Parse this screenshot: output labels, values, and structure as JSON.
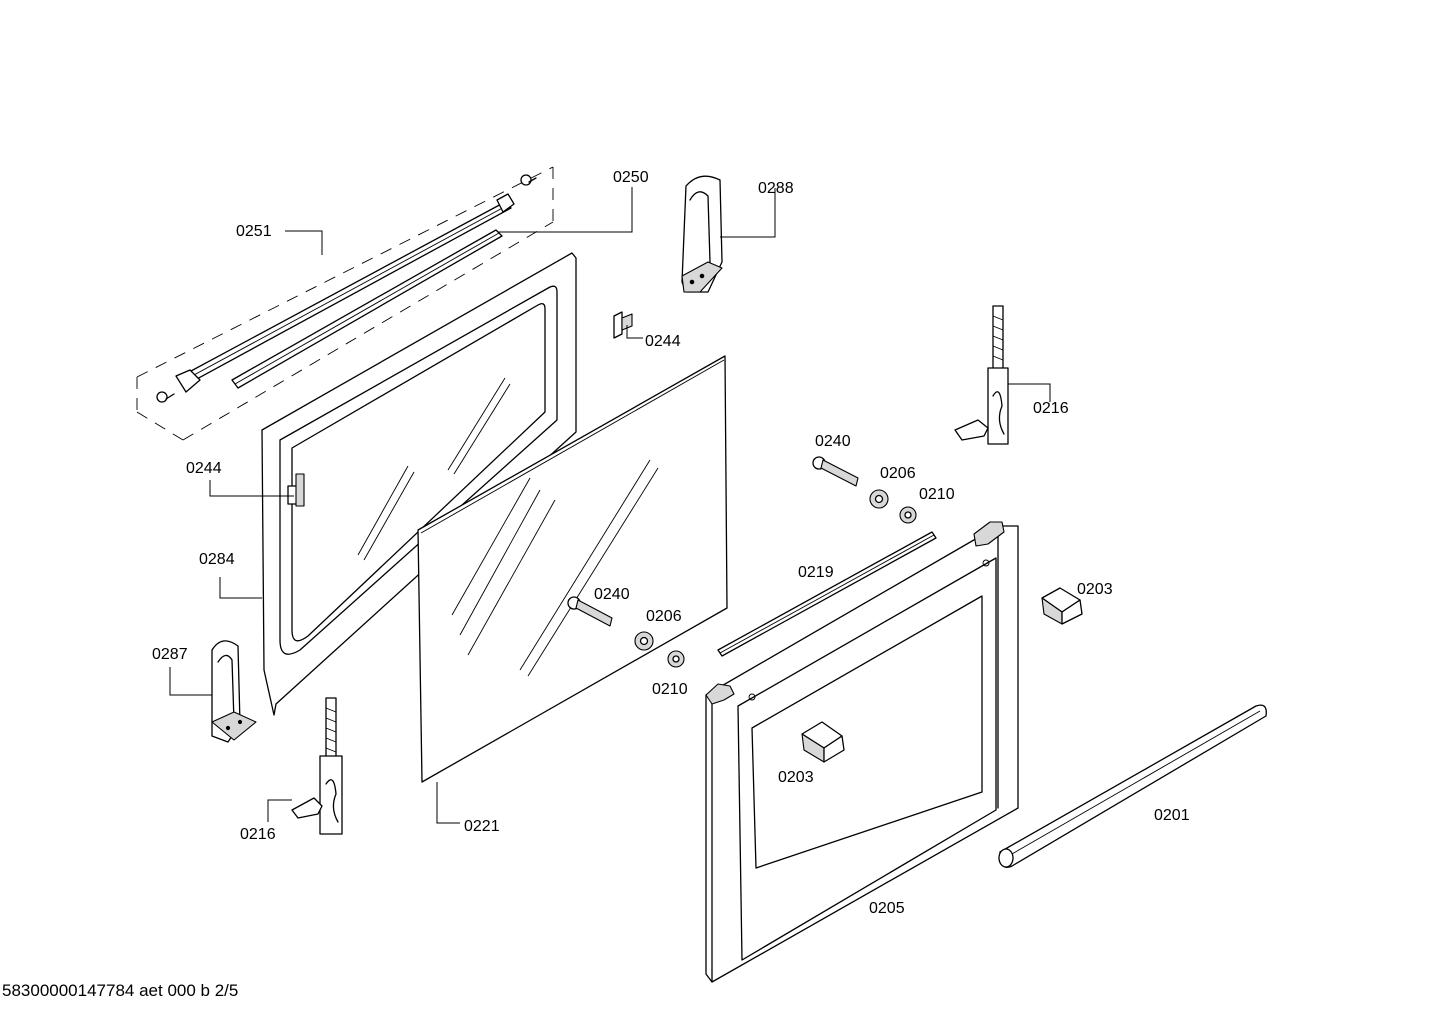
{
  "footer": {
    "document_id": "58300000147784 aet 000 b 2/5"
  },
  "callouts": {
    "c0251": "0251",
    "c0250": "0250",
    "c0288": "0288",
    "c0244_top": "0244",
    "c0216_right": "0216",
    "c0244_left": "0244",
    "c0240_top": "0240",
    "c0206_top": "0206",
    "c0210_top": "0210",
    "c0284": "0284",
    "c0219": "0219",
    "c0203_right": "0203",
    "c0240_mid": "0240",
    "c0206_mid": "0206",
    "c0287": "0287",
    "c0210_mid": "0210",
    "c0203_center": "0203",
    "c0201": "0201",
    "c0216_left": "0216",
    "c0221": "0221",
    "c0205": "0205"
  }
}
